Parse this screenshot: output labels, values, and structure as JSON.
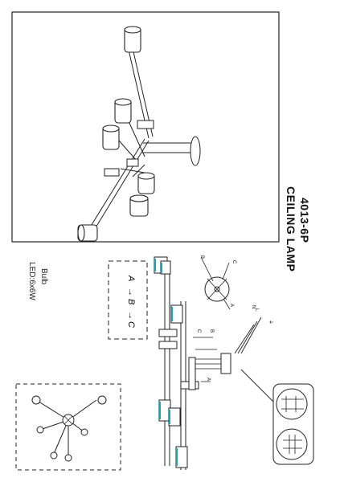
{
  "title": {
    "model": "4013-6P",
    "name": "CEILING LAMP"
  },
  "bulb": {
    "label": "Bulb",
    "spec": "LED:6x6W"
  },
  "sequence": {
    "a": "A",
    "b": "B",
    "c": "C",
    "arrow": "→"
  },
  "wire_labels": {
    "l": "L",
    "n": "N",
    "ground": "⏚"
  },
  "colors": {
    "line": "#222222",
    "accent": "#1aa6b7"
  }
}
